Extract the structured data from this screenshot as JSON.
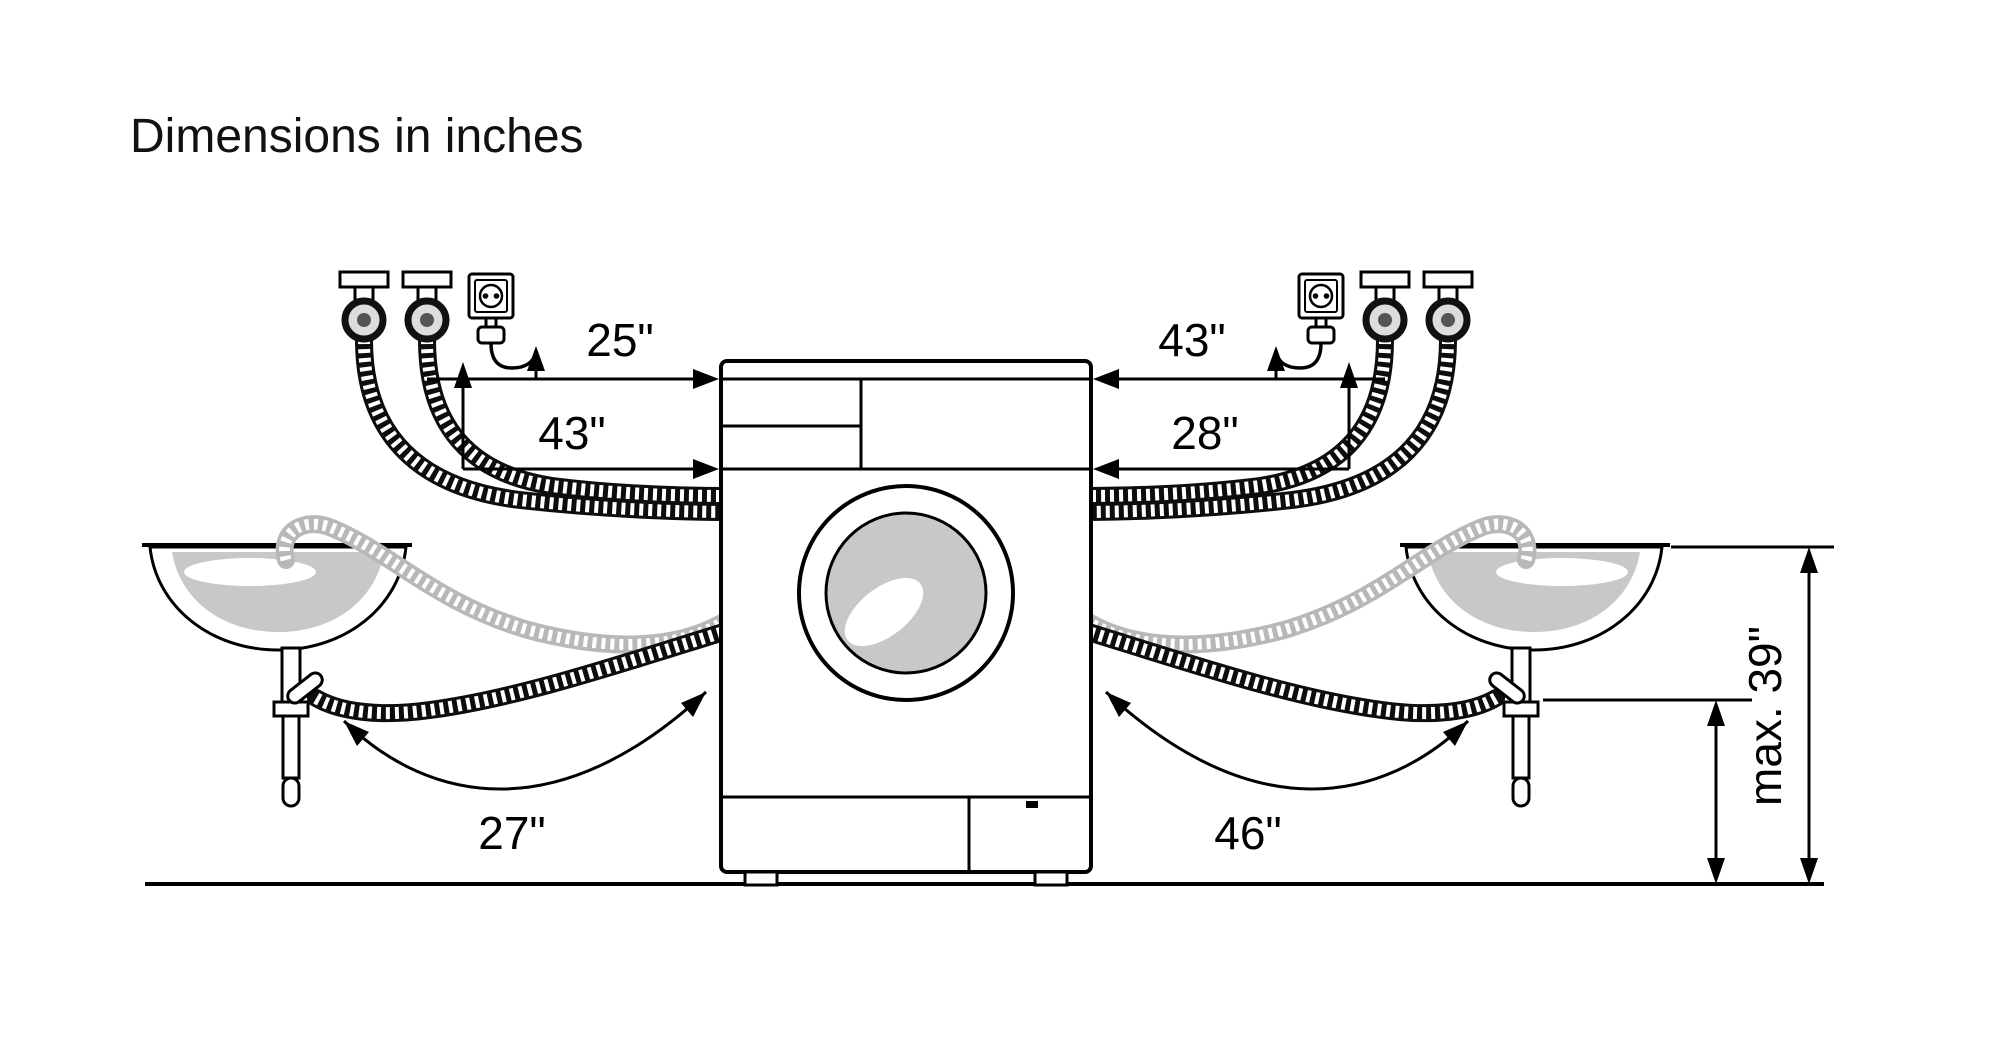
{
  "title": "Dimensions in inches",
  "labels": {
    "top_left": "25\"",
    "middle_left": "43\"",
    "top_right": "43\"",
    "middle_right": "28\"",
    "bottom_left": "27\"",
    "bottom_right": "46\"",
    "height_right": "max. 39\""
  },
  "colors": {
    "line": "#000000",
    "shade_gray": "#c8c8c8",
    "hose_gray": "#b8b8b8",
    "background": "#ffffff"
  }
}
